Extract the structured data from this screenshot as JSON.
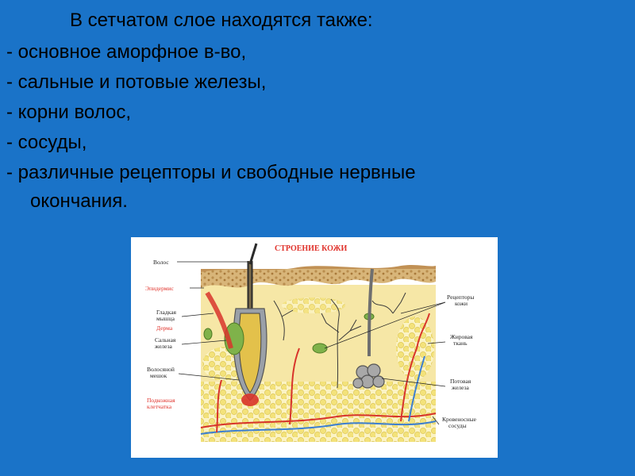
{
  "slide": {
    "heading": "В сетчатом слое находятся также:",
    "items": [
      "- основное аморфное  в-во,",
      "- сальные и потовые железы,",
      "- корни волос,",
      "- сосуды,",
      "- различные рецепторы и свободные нервные",
      "окончания."
    ]
  },
  "figure": {
    "title": "СТРОЕНИЕ КОЖИ",
    "labels_left": {
      "hair": "Волос",
      "epidermis": "Эпидермис",
      "smooth_muscle_1": "Гладкая",
      "smooth_muscle_2": "мышца",
      "dermis": "Дерма",
      "sebaceous_1": "Сальная",
      "sebaceous_2": "железа",
      "follicle_1": "Волосяной",
      "follicle_2": "мешок",
      "hypodermis_1": "Подкожная",
      "hypodermis_2": "клетчатка"
    },
    "labels_right": {
      "receptors_1": "Рецепторы",
      "receptors_2": "кожи",
      "fat_1": "Жировая",
      "fat_2": "ткань",
      "sweat_1": "Потовая",
      "sweat_2": "железа",
      "vessels_1": "Кровеносные",
      "vessels_2": "сосуды"
    },
    "colors": {
      "slide_background": "#1a73c8",
      "title_red": "#e0312a",
      "epidermis_tan": "#c9a66b",
      "dermis_yellow": "#f6e7a6",
      "fat_yellow": "#f3e27a",
      "vessel_red": "#d8342b",
      "vessel_blue": "#3d7fd0",
      "gland_green": "#7fb24a"
    }
  }
}
